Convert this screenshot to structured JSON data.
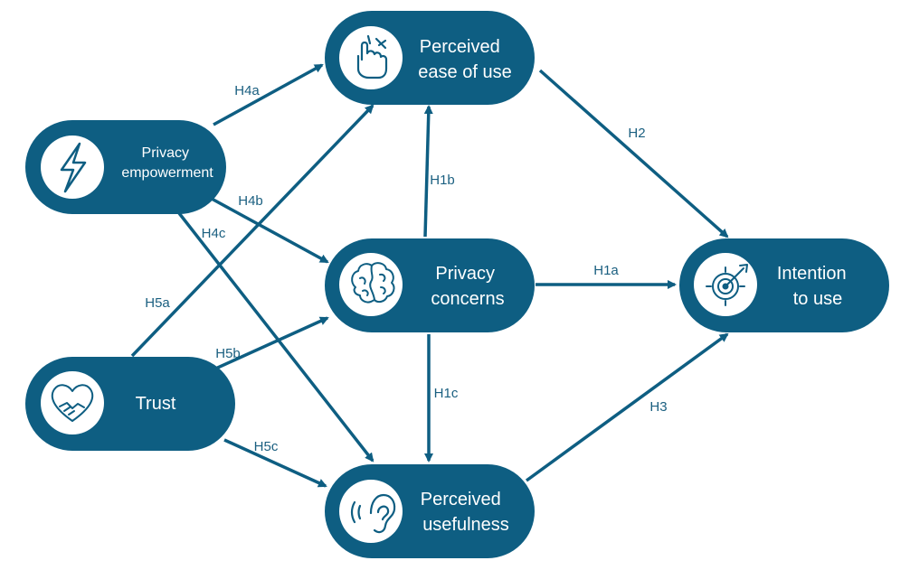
{
  "colors": {
    "node": "#0e5e82",
    "edge": "#0e5e82",
    "icon_bg": "#ffffff",
    "icon_stroke": "#0e5e82"
  },
  "nodes": {
    "privacy_empowerment": {
      "lines": [
        "Privacy",
        "empowerment"
      ],
      "icon": "lightning-bolt-icon"
    },
    "trust": {
      "lines": [
        "Trust"
      ],
      "icon": "heart-handshake-icon"
    },
    "ease_of_use": {
      "lines": [
        "Perceived",
        "ease of use"
      ],
      "icon": "pointing-hand-icon"
    },
    "privacy_concerns": {
      "lines": [
        "Privacy",
        "concerns"
      ],
      "icon": "brain-icon"
    },
    "usefulness": {
      "lines": [
        "Perceived",
        "usefulness"
      ],
      "icon": "ear-icon"
    },
    "intention": {
      "lines": [
        "Intention",
        "to use"
      ],
      "icon": "target-icon"
    }
  },
  "edges": {
    "h4a": "H4a",
    "h4b": "H4b",
    "h4c": "H4c",
    "h5a": "H5a",
    "h5b": "H5b",
    "h5c": "H5c",
    "h1a": "H1a",
    "h1b": "H1b",
    "h1c": "H1c",
    "h2": "H2",
    "h3": "H3"
  }
}
